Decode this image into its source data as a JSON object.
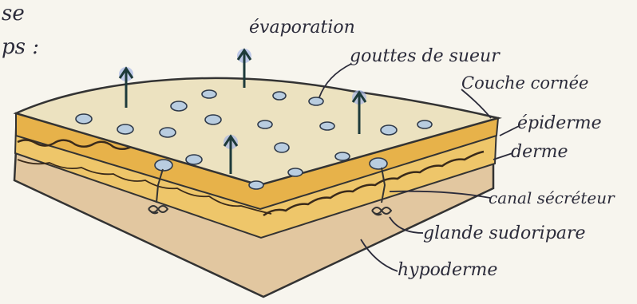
{
  "heading_fragments": {
    "line1": "se",
    "line2": "ps :"
  },
  "labels": {
    "evaporation": "évaporation",
    "sweat_drops": "gouttes de sueur",
    "stratum_corneum": "Couche cornée",
    "epidermis": "épiderme",
    "dermis": "derme",
    "secretory_canal": "canal sécréteur",
    "sweat_gland": "glande sudoripare",
    "hypodermis": "hypoderme"
  },
  "colors": {
    "paper": "#f7f5ee",
    "surface": "#ece2c0",
    "epidermis_band": "#e7b24a",
    "dermis_band": "#eec66a",
    "hypodermis_band": "#e2c7a0",
    "ink": "#2b2b3a",
    "drop_fill": "#b9cde0",
    "arrow_glow": "#a7b6e6"
  }
}
